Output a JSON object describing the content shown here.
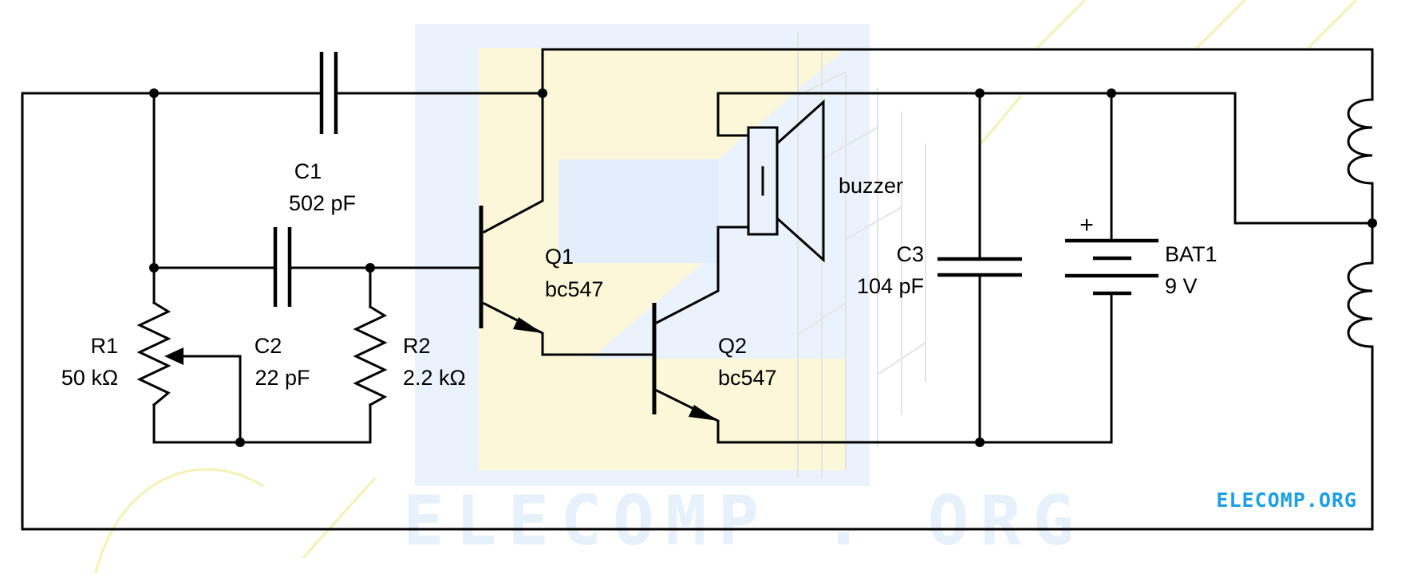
{
  "watermark": {
    "text": "ELECOMP . ORG"
  },
  "brand": {
    "label": "ELECOMP.ORG",
    "color": "#1aa0e8"
  },
  "components": {
    "C1": {
      "name": "C1",
      "value": "502 pF"
    },
    "C2": {
      "name": "C2",
      "value": "22 pF"
    },
    "C3": {
      "name": "C3",
      "value": "104 pF"
    },
    "R1": {
      "name": "R1",
      "value": "50 kΩ"
    },
    "R2": {
      "name": "R2",
      "value": "2.2 kΩ"
    },
    "Q1": {
      "name": "Q1",
      "value": "bc547"
    },
    "Q2": {
      "name": "Q2",
      "value": "bc547"
    },
    "BAT1": {
      "name": "BAT1",
      "value": "9 V",
      "polarity": "+"
    },
    "buzzer": {
      "name": "buzzer"
    }
  }
}
